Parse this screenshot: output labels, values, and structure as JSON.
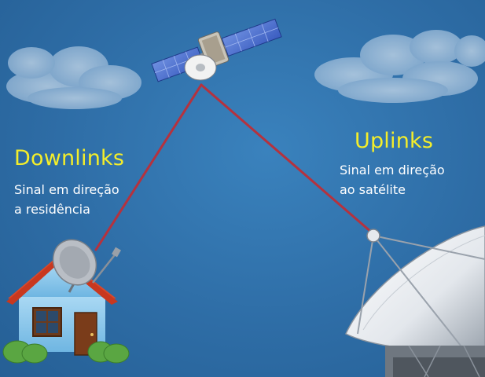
{
  "labels": {
    "downlinks": {
      "title": "Downlinks",
      "line1": "Sinal em direção",
      "line2": "a residência"
    },
    "uplinks": {
      "title": "Uplinks",
      "line1": "Sinal em direção",
      "line2": "ao satélite"
    }
  },
  "colors": {
    "background": "#2f6fa8",
    "title": "#f4ee2a",
    "text": "#ffffff",
    "signal_line": "#b5323e"
  },
  "icons": [
    "satellite-icon",
    "house-icon",
    "home-dish-icon",
    "ground-station-dish-icon",
    "cloud-icon"
  ]
}
